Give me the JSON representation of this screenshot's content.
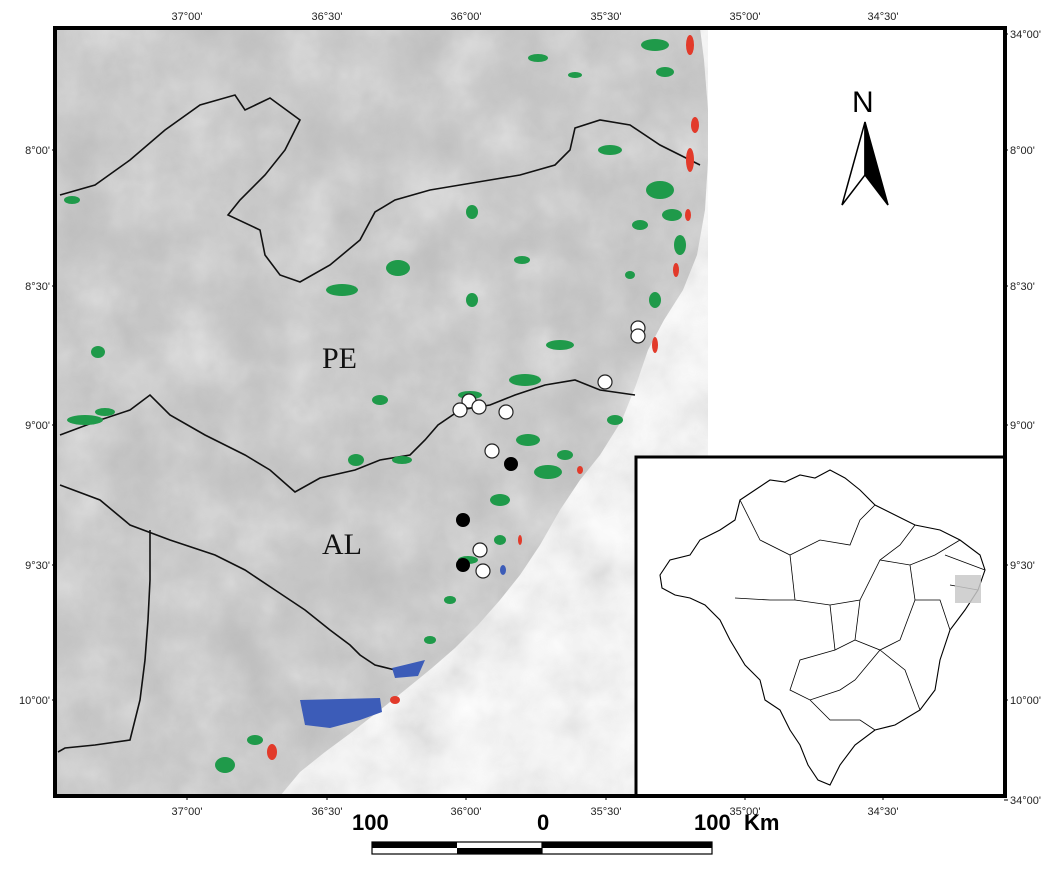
{
  "top_ticks": [
    "37°00'",
    "36°30'",
    "36°00'",
    "35°30'",
    "35°00'",
    "34°30'"
  ],
  "bottom_ticks": [
    "37°00'",
    "36°30'",
    "36°00'",
    "35°30'",
    "35°00'",
    "34°30'"
  ],
  "left_ticks": [
    "8°00'",
    "8°30'",
    "9°00'",
    "9°30'",
    "10°00'"
  ],
  "right_ticks": [
    "34°00'",
    "8°00'",
    "8°30'",
    "9°00'",
    "9°30'",
    "10°00'",
    "34°00'"
  ],
  "regions": {
    "pe": "PE",
    "al": "AL"
  },
  "north_label": "N",
  "scale": {
    "left": "100",
    "middle": "0",
    "right": "100",
    "unit": "Km"
  },
  "colors": {
    "relief": "#b9b9b9",
    "ocean": "#ffffff",
    "forest": "#1f9a4a",
    "mangrove": "#e23a2a",
    "restinga": "#3c5cb8",
    "open_point": "#ffffff",
    "filled_point": "#000000"
  }
}
